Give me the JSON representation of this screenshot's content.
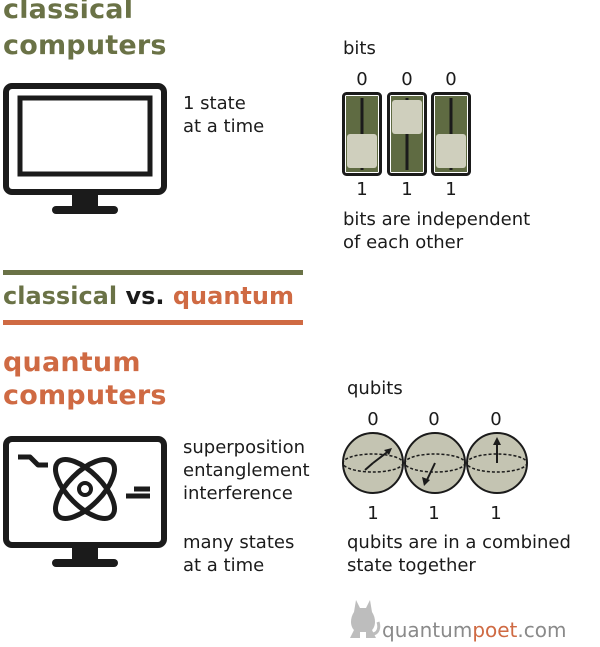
{
  "classical": {
    "heading_line1": "classical",
    "heading_line2": "computers",
    "state_line1": "1 state",
    "state_line2": "at a time",
    "bits_title": "bits",
    "bits_top": [
      "0",
      "0",
      "0"
    ],
    "bits_bottom": [
      "1",
      "1",
      "1"
    ],
    "note_line1": "bits are independent",
    "note_line2": "of each other"
  },
  "divider": {
    "word1": "classical",
    "word2": "vs.",
    "word3": "quantum"
  },
  "quantum": {
    "heading_line1": "quantum",
    "heading_line2": "computers",
    "features": [
      "superposition",
      "entanglement",
      "interference"
    ],
    "states_line1": "many states",
    "states_line2": "at a time",
    "qubits_title": "qubits",
    "qubits_top": [
      "0",
      "0",
      "0"
    ],
    "qubits_bottom": [
      "1",
      "1",
      "1"
    ],
    "note_line1": "qubits are in a combined",
    "note_line2": "state together"
  },
  "logo": {
    "part1": "quantum",
    "part2": "poet",
    "part3": ".com",
    "icon": "cat-icon"
  },
  "colors": {
    "olive": "#6a7246",
    "rust": "#cf6a43",
    "switch_dark": "#5f6b42",
    "switch_light": "#cfcfbd",
    "sphere": "#c4c4b2",
    "text": "#1b1b1b"
  }
}
